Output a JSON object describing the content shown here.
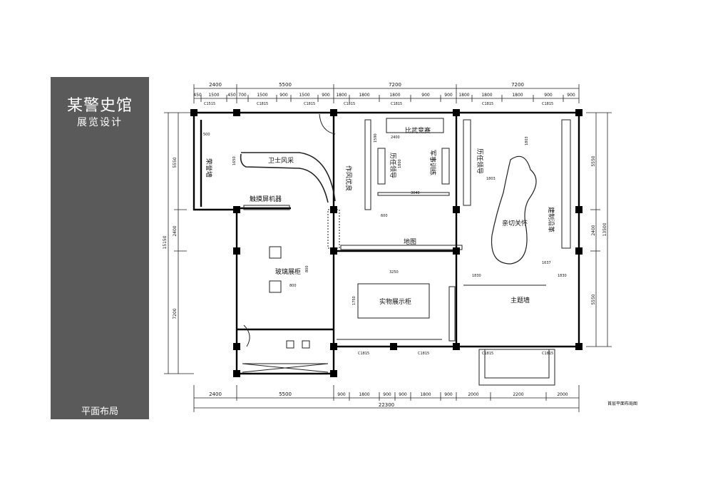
{
  "panel": {
    "title": "某警史馆",
    "subtitle": "展览设计",
    "footer": "平面布局"
  },
  "sheet_caption": "首层平面布局图",
  "dims": {
    "top_row1": [
      "2400",
      "5500",
      "7200",
      "7200"
    ],
    "top_row2": [
      "450",
      "1500",
      "450",
      "700",
      "1500",
      "900",
      "1500",
      "900",
      "1800",
      "1800",
      "1800",
      "900",
      "900",
      "1800",
      "1800",
      "1800",
      "900"
    ],
    "bottom_row1": [
      "2400",
      "5500",
      "900",
      "1800",
      "900",
      "900",
      "1800",
      "900",
      "2000",
      "2200",
      "2000"
    ],
    "bottom_total": "22300",
    "left": [
      "5550",
      "2400",
      "7200",
      "15150"
    ],
    "right": [
      "5550",
      "2400",
      "5550",
      "13500"
    ],
    "inner": [
      "500",
      "1650",
      "1590",
      "2400",
      "1800",
      "3040",
      "1803",
      "1803",
      "600",
      "3250",
      "1750",
      "800",
      "800",
      "1830",
      "1637",
      "1830"
    ]
  },
  "column_tags": [
    "C1515",
    "C1815",
    "C1815",
    "C1815",
    "C1815",
    "C1815",
    "C1815",
    "C1815",
    "C1815",
    "C1815",
    "C1815"
  ],
  "rooms": {
    "huaishu": "荣誉墙",
    "weishi": "卫士风采",
    "zuofeng": "作风优良",
    "touch": "触摸屏机器",
    "bisai": "比武竞赛",
    "lirenjiangdao": "历任领导",
    "junshi": "军事训练",
    "lirenlingdao": "历任领导",
    "qinqie": "亲切关怀",
    "jianshe": "建制沿革",
    "ditu": "地图",
    "boli": "玻璃展柜",
    "shiwu": "实物展示柜",
    "zhuti": "主题墙"
  },
  "colors": {
    "panel": "#5a5a5a",
    "wall": "#000000",
    "line": "#222222"
  }
}
